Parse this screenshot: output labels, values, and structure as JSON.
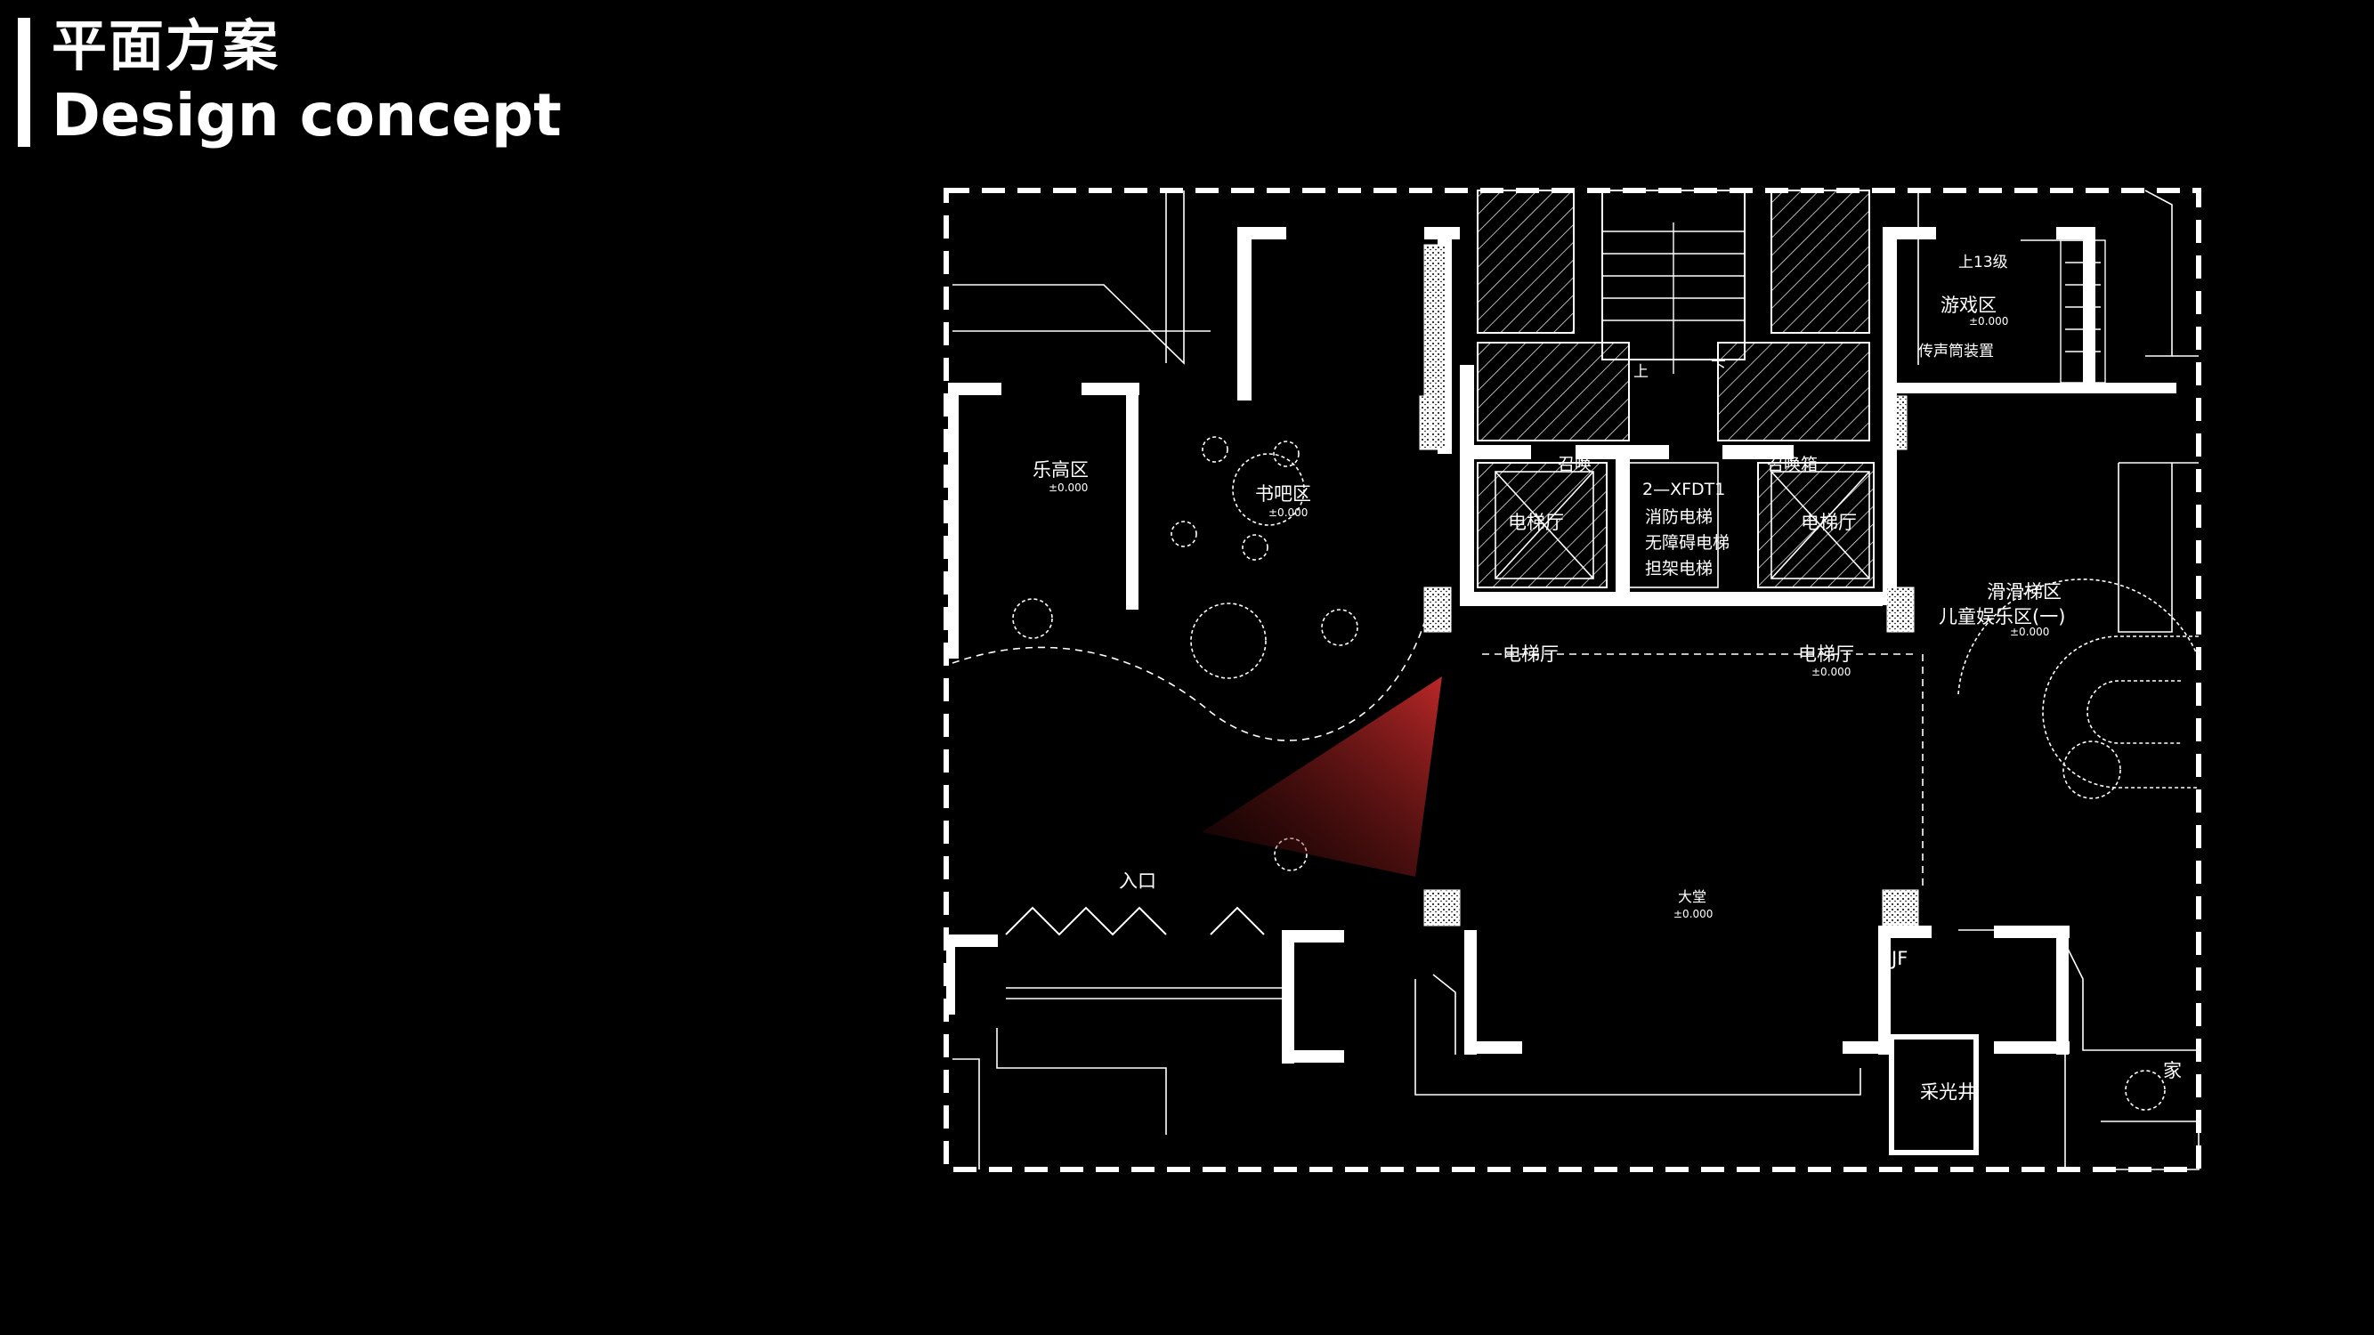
{
  "header": {
    "title_cn": "平面方案",
    "title_en": "Design concept"
  },
  "rooms": {
    "lego": "乐高区",
    "book_bar": "书吧区",
    "game": "游戏区",
    "stairs_up": "上13级",
    "speaking_tube": "传声筒装置",
    "elevator_hall_left": "电梯厅",
    "elevator_hall_right": "电梯厅",
    "elevator_lobby_left": "电梯厅",
    "elevator_lobby_right": "电梯厅",
    "call_box_left": "召唤",
    "call_box_right": "召唤箱",
    "fire_elevator_code": "2—XFDT1",
    "fire_elevator": "消防电梯",
    "accessible_elevator": "无障碍电梯",
    "stretcher_elevator": "担架电梯",
    "slide_area": "滑滑梯区",
    "kids_play": "儿童娱乐区(一)",
    "entrance": "入口",
    "lobby": "大堂",
    "jf": "JF",
    "lightwell": "采光井",
    "home": "家",
    "stair_up": "上",
    "stair_down": "下"
  },
  "levels": {
    "lego": "±0.000",
    "book_bar": "±0.000",
    "game": "±0.000",
    "kids_play": "±0.000",
    "elevator_lobby_right": "±0.000",
    "lobby": "±0.000"
  },
  "colors": {
    "background": "#000000",
    "lines": "#ffffff",
    "sightline": "#b02020"
  }
}
